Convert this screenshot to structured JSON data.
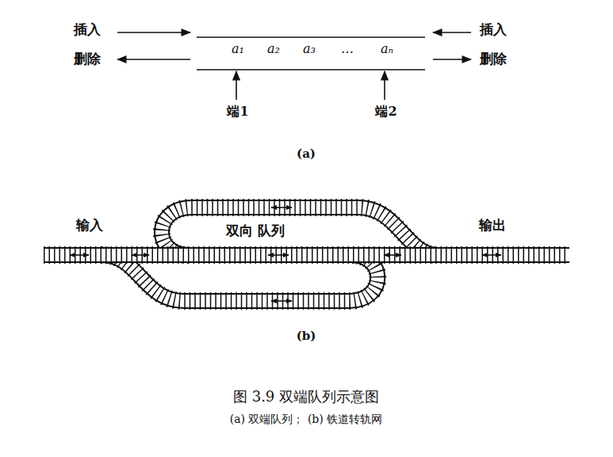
{
  "diagram": {
    "caption": "图 3.9 双端队列示意图",
    "labels": [
      "插入",
      "删除",
      "插入",
      "删除",
      "a₁",
      "a₂",
      "a₃",
      "…",
      "aₙ",
      "端1",
      "端2",
      "(a)",
      "输入",
      "双向 队列",
      "输出",
      "(b)",
      "(a) 双端队列； (b) 铁道转轨网"
    ]
  }
}
